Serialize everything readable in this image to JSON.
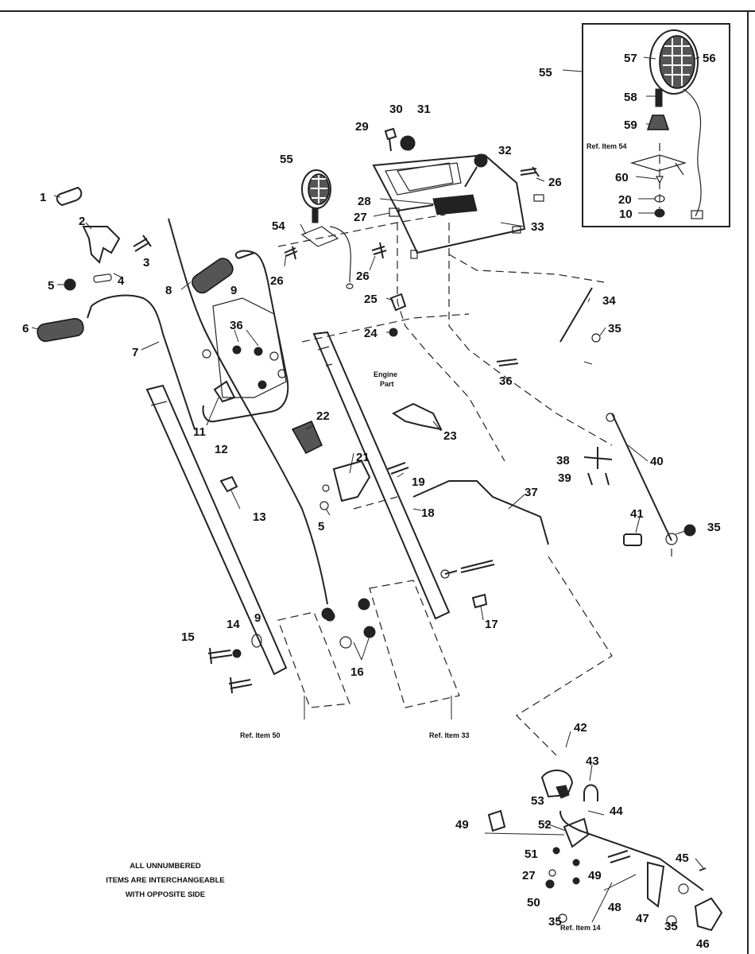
{
  "callouts": [
    {
      "id": "c1",
      "text": "1"
    },
    {
      "id": "c2",
      "text": "2"
    },
    {
      "id": "c3",
      "text": "3"
    },
    {
      "id": "c4",
      "text": "4"
    },
    {
      "id": "c5a",
      "text": "5"
    },
    {
      "id": "c5b",
      "text": "5"
    },
    {
      "id": "c6",
      "text": "6"
    },
    {
      "id": "c7",
      "text": "7"
    },
    {
      "id": "c8",
      "text": "8"
    },
    {
      "id": "c9a",
      "text": "9"
    },
    {
      "id": "c9b",
      "text": "9"
    },
    {
      "id": "c10",
      "text": "10"
    },
    {
      "id": "c11",
      "text": "11"
    },
    {
      "id": "c12",
      "text": "12"
    },
    {
      "id": "c13",
      "text": "13"
    },
    {
      "id": "c14",
      "text": "14"
    },
    {
      "id": "c15",
      "text": "15"
    },
    {
      "id": "c16",
      "text": "16"
    },
    {
      "id": "c17",
      "text": "17"
    },
    {
      "id": "c18",
      "text": "18"
    },
    {
      "id": "c19",
      "text": "19"
    },
    {
      "id": "c20",
      "text": "20"
    },
    {
      "id": "c21",
      "text": "21"
    },
    {
      "id": "c22",
      "text": "22"
    },
    {
      "id": "c23",
      "text": "23"
    },
    {
      "id": "c24",
      "text": "24"
    },
    {
      "id": "c25",
      "text": "25"
    },
    {
      "id": "c26a",
      "text": "26"
    },
    {
      "id": "c26b",
      "text": "26"
    },
    {
      "id": "c26c",
      "text": "26"
    },
    {
      "id": "c27a",
      "text": "27"
    },
    {
      "id": "c27b",
      "text": "27"
    },
    {
      "id": "c28",
      "text": "28"
    },
    {
      "id": "c29",
      "text": "29"
    },
    {
      "id": "c30",
      "text": "30"
    },
    {
      "id": "c31",
      "text": "31"
    },
    {
      "id": "c32",
      "text": "32"
    },
    {
      "id": "c33",
      "text": "33"
    },
    {
      "id": "c34",
      "text": "34"
    },
    {
      "id": "c35a",
      "text": "35"
    },
    {
      "id": "c35b",
      "text": "35"
    },
    {
      "id": "c35c",
      "text": "35"
    },
    {
      "id": "c35d",
      "text": "35"
    },
    {
      "id": "c36a",
      "text": "36"
    },
    {
      "id": "c36b",
      "text": "36"
    },
    {
      "id": "c37",
      "text": "37"
    },
    {
      "id": "c38",
      "text": "38"
    },
    {
      "id": "c39",
      "text": "39"
    },
    {
      "id": "c40",
      "text": "40"
    },
    {
      "id": "c41",
      "text": "41"
    },
    {
      "id": "c42",
      "text": "42"
    },
    {
      "id": "c43",
      "text": "43"
    },
    {
      "id": "c44",
      "text": "44"
    },
    {
      "id": "c45",
      "text": "45"
    },
    {
      "id": "c46",
      "text": "46"
    },
    {
      "id": "c47",
      "text": "47"
    },
    {
      "id": "c48",
      "text": "48"
    },
    {
      "id": "c49a",
      "text": "49"
    },
    {
      "id": "c49b",
      "text": "49"
    },
    {
      "id": "c50",
      "text": "50"
    },
    {
      "id": "c51",
      "text": "51"
    },
    {
      "id": "c52",
      "text": "52"
    },
    {
      "id": "c53",
      "text": "53"
    },
    {
      "id": "c54",
      "text": "54"
    },
    {
      "id": "c55a",
      "text": "55"
    },
    {
      "id": "c55b",
      "text": "55"
    },
    {
      "id": "c56",
      "text": "56"
    },
    {
      "id": "c57",
      "text": "57"
    },
    {
      "id": "c58",
      "text": "58"
    },
    {
      "id": "c59",
      "text": "59"
    },
    {
      "id": "c60",
      "text": "60"
    }
  ],
  "references": {
    "ref54": "Ref. Item 54",
    "ref50": "Ref. Item 50",
    "ref33": "Ref. Item 33",
    "ref14": "Ref. Item 14"
  },
  "engine_part": [
    "Engine",
    "Part"
  ],
  "note": [
    "ALL UNNUMBERED",
    "ITEMS ARE INTERCHANGEABLE",
    "WITH OPPOSITE SIDE"
  ]
}
